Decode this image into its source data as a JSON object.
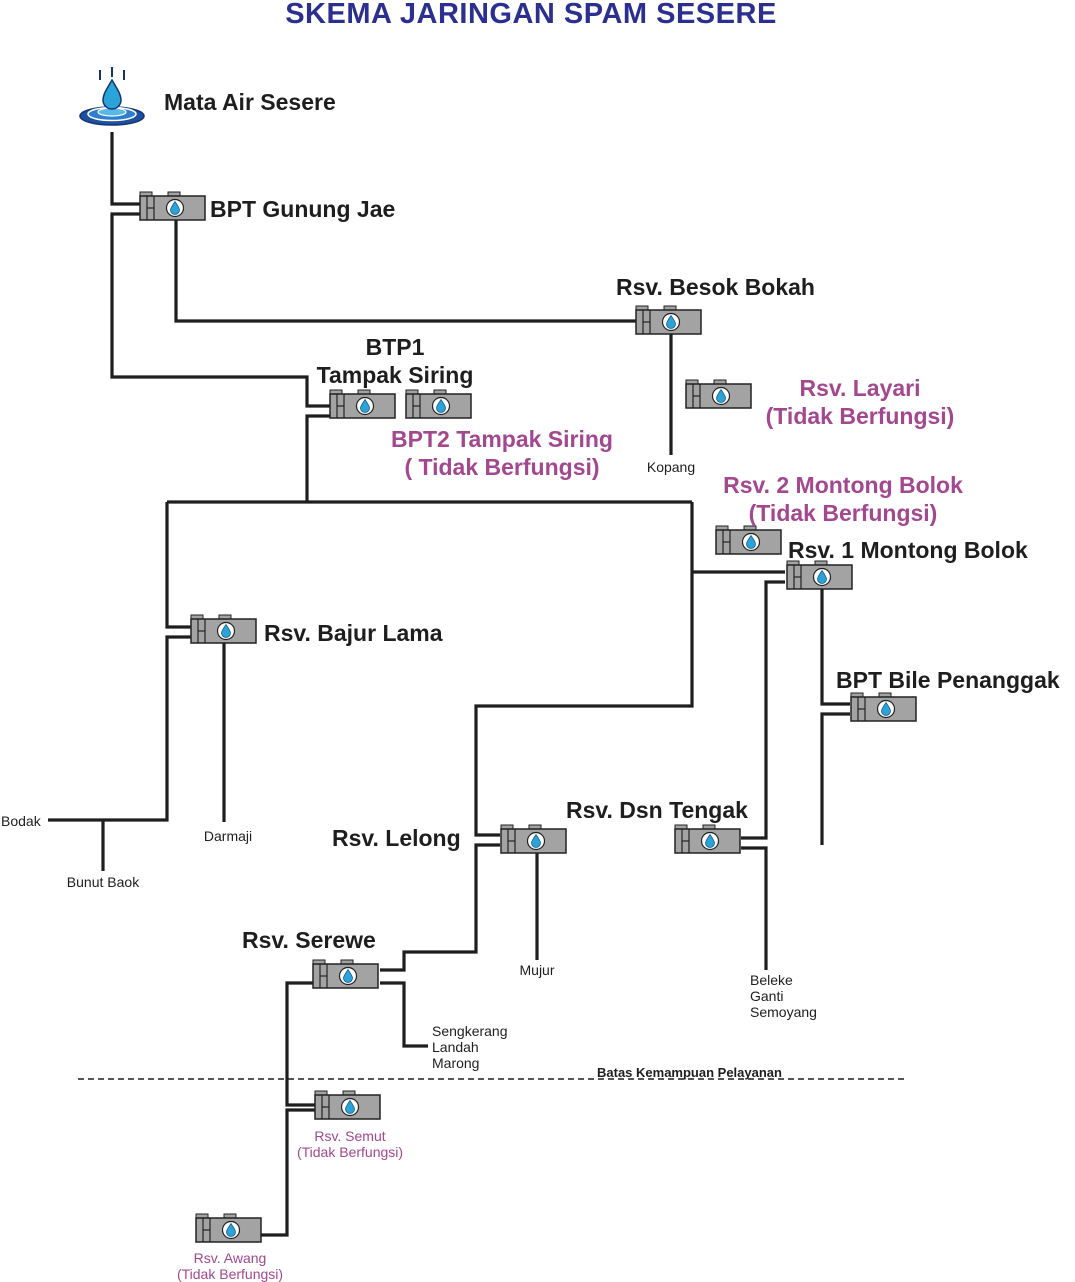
{
  "title": "SKEMA JARINGAN SPAM SESERE",
  "source_label": "Mata Air Sesere",
  "labels": {
    "bpt_gunung_jae": "BPT Gunung Jae",
    "rsv_besok_bokah": "Rsv. Besok Bokah",
    "btp1_line1": "BTP1",
    "btp1_line2": "Tampak Siring",
    "bpt2_line1": "BPT2 Tampak Siring",
    "bpt2_line2": "( Tidak Berfungsi)",
    "layari_line1": "Rsv. Layari",
    "layari_line2": "(Tidak Berfungsi)",
    "montong2_line1": "Rsv. 2 Montong Bolok",
    "montong2_line2": "(Tidak Berfungsi)",
    "montong1": "Rsv. 1 Montong Bolok",
    "bajur_lama": "Rsv. Bajur Lama",
    "bile_penanggak": "BPT Bile Penanggak",
    "dsn_tengak": "Rsv. Dsn Tengak",
    "lelong": "Rsv. Lelong",
    "serewe": "Rsv. Serewe",
    "semut_line1": "Rsv. Semut",
    "semut_line2": "(Tidak Berfungsi)",
    "awang_line1": "Rsv. Awang",
    "awang_line2": "(Tidak Berfungsi)"
  },
  "villages": {
    "kopang": "Kopang",
    "bodak": "Bodak",
    "bunut_baok": "Bunut Baok",
    "darmaji": "Darmaji",
    "mujur": "Mujur",
    "sengkerang": "Sengkerang",
    "landah": "Landah",
    "marong": "Marong",
    "beleke": "Beleke",
    "ganti": "Ganti",
    "semoyang": "Semoyang"
  },
  "boundary_label": "Batas Kemampuan Pelayanan",
  "colors": {
    "title": "#2b2f8f",
    "inactive_text": "#a3488f",
    "pipe": "#1e1e1e",
    "tank_body": "#a3a3a3",
    "water_drop": "#2aa3d8"
  },
  "icons": {
    "source": "water-spring-icon",
    "tank": "reservoir-tank-icon"
  }
}
